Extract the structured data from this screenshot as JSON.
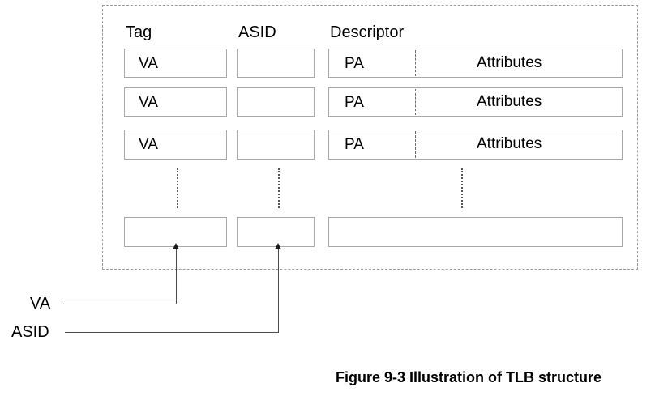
{
  "figure": {
    "caption": "Figure 9-3 Illustration of TLB structure",
    "headers": {
      "tag": "Tag",
      "asid": "ASID",
      "descriptor": "Descriptor"
    },
    "rows": [
      {
        "tag": "VA",
        "asid": "",
        "pa": "PA",
        "attributes": "Attributes"
      },
      {
        "tag": "VA",
        "asid": "",
        "pa": "PA",
        "attributes": "Attributes"
      },
      {
        "tag": "VA",
        "asid": "",
        "pa": "PA",
        "attributes": "Attributes"
      },
      {
        "tag": "",
        "asid": "",
        "pa": "",
        "attributes": ""
      }
    ],
    "inputs": {
      "va_label": "VA",
      "asid_label": "ASID"
    },
    "colors": {
      "container_border": "#9a9a9a",
      "cell_border": "#a8a8a8",
      "divider": "#6e6e6e",
      "connector": "#4a4a4a",
      "text": "#000000",
      "background": "#ffffff"
    }
  }
}
